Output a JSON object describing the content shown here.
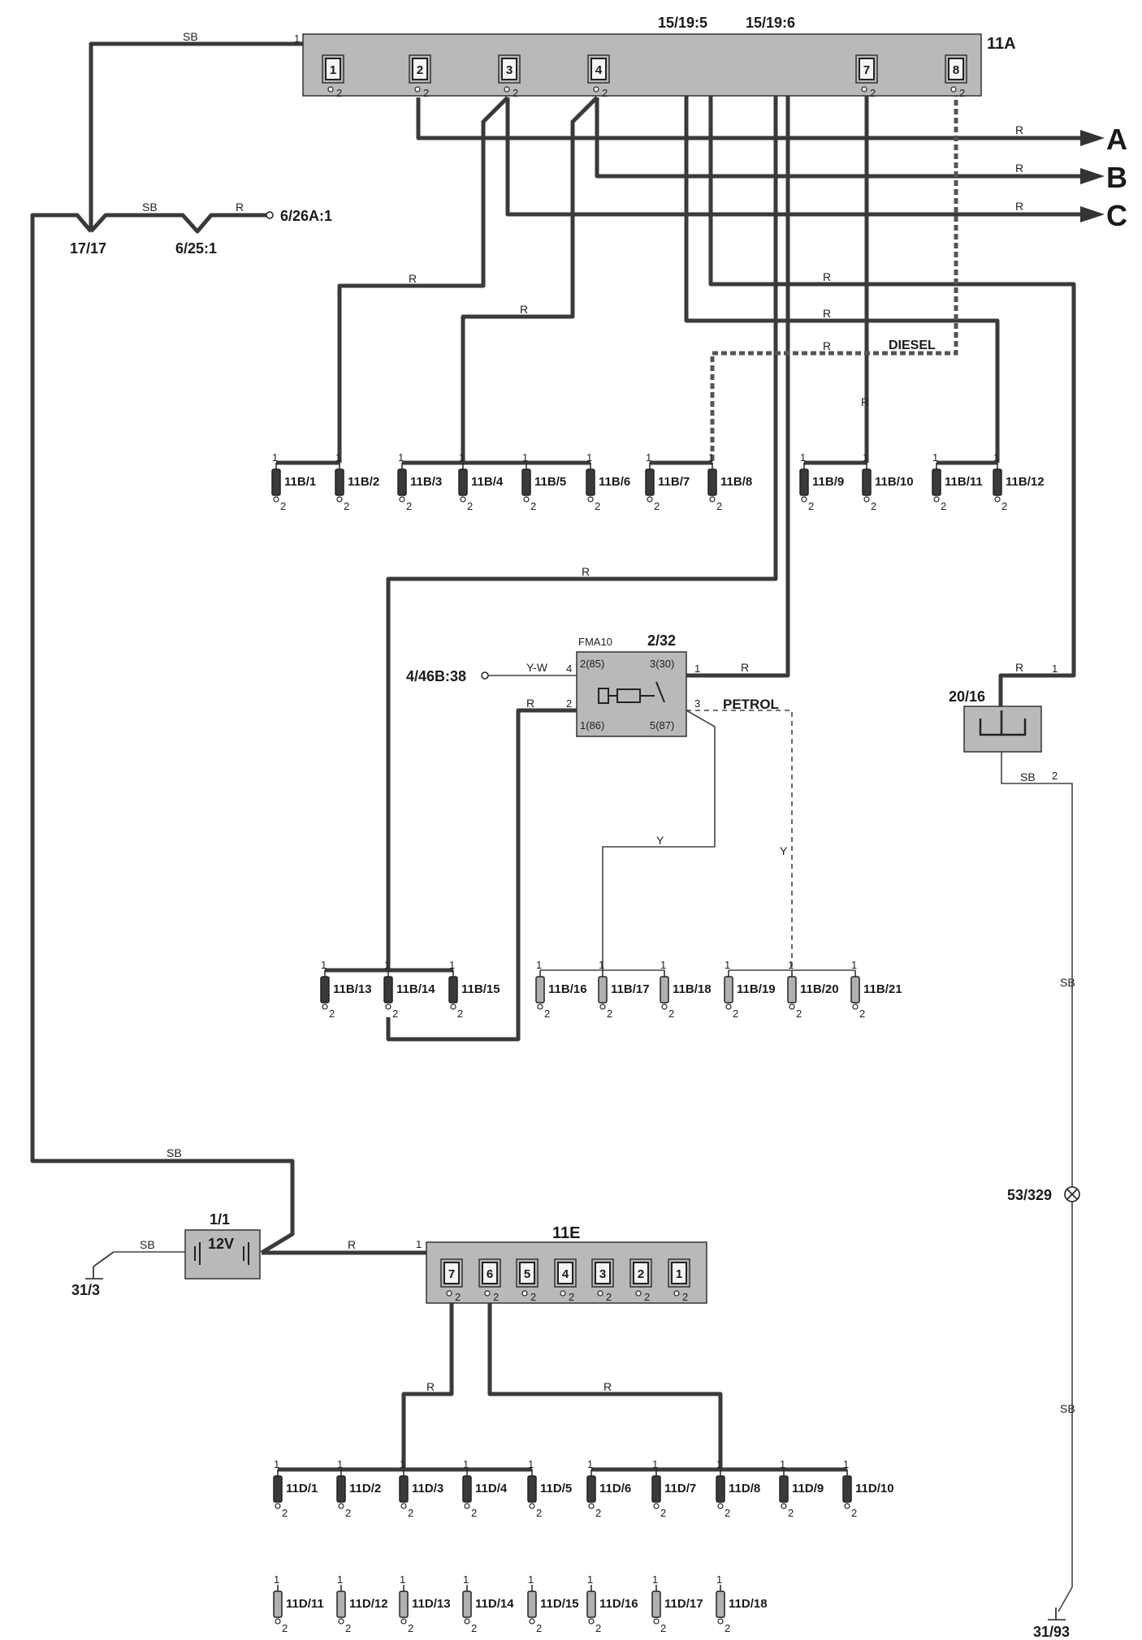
{
  "fusebox_11A": {
    "name": "11A",
    "fuses": [
      "1",
      "2",
      "3",
      "4",
      "7",
      "8"
    ],
    "top_refs": [
      "15/19:5",
      "15/19:6"
    ]
  },
  "fusebox_11E": {
    "name": "11E",
    "fuses": [
      "7",
      "6",
      "5",
      "4",
      "3",
      "2",
      "1"
    ]
  },
  "outputs": [
    "A",
    "B",
    "C"
  ],
  "connectors": {
    "c17_17": "17/17",
    "c6_25": "6/25:1",
    "c6_26A": "6/26A:1",
    "c4_46B": "4/46B:38",
    "c20_16": "20/16",
    "c53_329": "53/329",
    "c31_93": "31/93",
    "c31_3": "31/3",
    "battery": "1/1",
    "battery_v": "12V"
  },
  "relay": {
    "id": "2/32",
    "type": "FMA10",
    "pin_2": "2(85)",
    "pin_3": "3(30)",
    "pin_1": "1(86)",
    "pin_5": "5(87)",
    "petrol": "PETROL"
  },
  "diesel": "DIESEL",
  "wire_colors": {
    "sb": "SB",
    "r": "R",
    "y": "Y",
    "yw": "Y-W"
  },
  "row1_11B": [
    "11B/1",
    "11B/2",
    "11B/3",
    "11B/4",
    "11B/5",
    "11B/6",
    "11B/7",
    "11B/8",
    "11B/9",
    "11B/10",
    "11B/11",
    "11B/12"
  ],
  "row2_11B": [
    "11B/13",
    "11B/14",
    "11B/15",
    "11B/16",
    "11B/17",
    "11B/18",
    "11B/19",
    "11B/20",
    "11B/21"
  ],
  "row_11D_a": [
    "11D/1",
    "11D/2",
    "11D/3",
    "11D/4",
    "11D/5",
    "11D/6",
    "11D/7",
    "11D/8",
    "11D/9",
    "11D/10"
  ],
  "row_11D_b": [
    "11D/11",
    "11D/12",
    "11D/13",
    "11D/14",
    "11D/15",
    "11D/16",
    "11D/17",
    "11D/18"
  ],
  "pin_nums": {
    "one": "1",
    "two": "2",
    "three": "3",
    "four": "4"
  }
}
